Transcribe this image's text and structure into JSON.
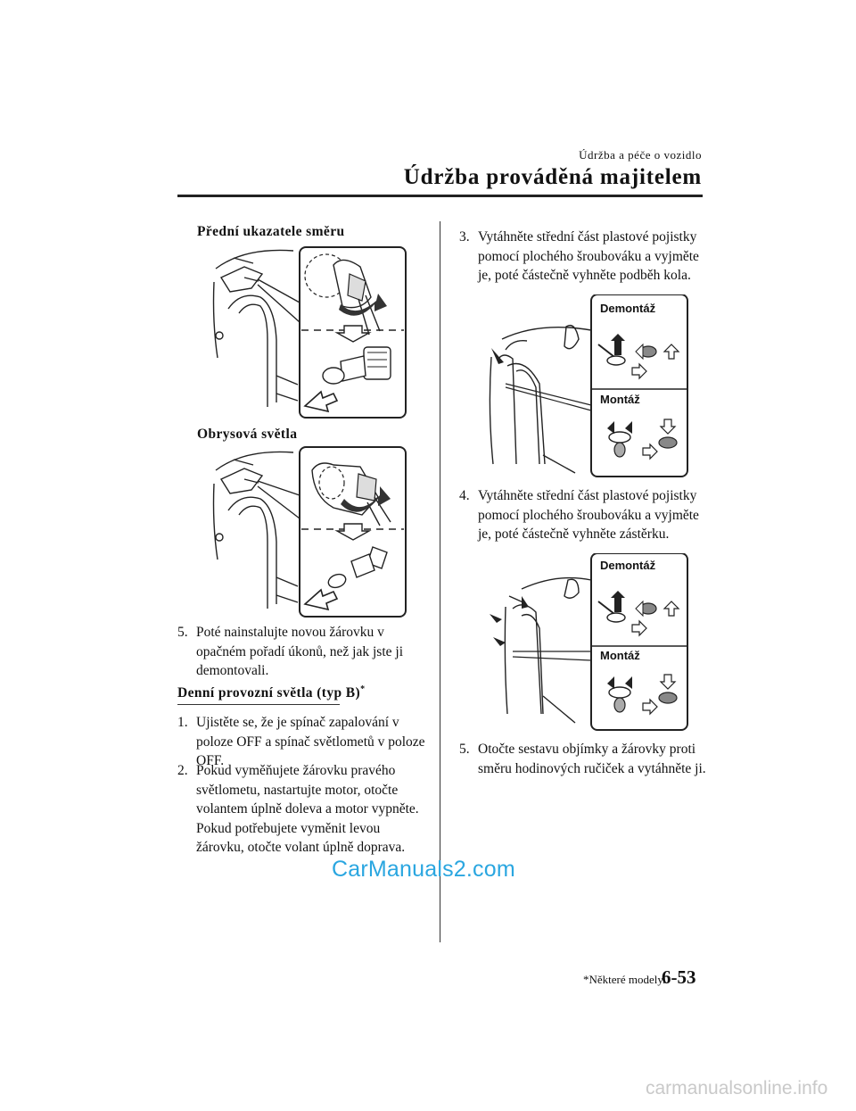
{
  "header": {
    "section": "Údržba a péče o vozidlo",
    "title": "Údržba prováděná majitelem"
  },
  "left": {
    "fig1_caption": "Přední ukazatele směru",
    "fig2_caption": "Obrysová světla",
    "step5": {
      "num": "5.",
      "text": "Poté nainstalujte novou žárovku v opačném pořadí úkonů, než jak jste ji demontovali."
    },
    "section_title": "Denní provozní světla (typ B)",
    "section_mark": "*",
    "step1": {
      "num": "1.",
      "text": "Ujistěte se, že je spínač zapalování v poloze OFF a spínač světlometů v poloze OFF."
    },
    "step2": {
      "num": "2.",
      "text": "Pokud vyměňujete žárovku pravého světlometu, nastartujte motor, otočte volantem úplně doleva a motor vypněte. Pokud potřebujete vyměnit levou žárovku, otočte volant úplně doprava."
    }
  },
  "right": {
    "step3": {
      "num": "3.",
      "text": "Vytáhněte střední část plastové pojistky pomocí plochého šroubováku a vyjměte je, poté částečně vyhněte podběh kola."
    },
    "fig3": {
      "removal": "Demontáž",
      "install": "Montáž"
    },
    "step4": {
      "num": "4.",
      "text": "Vytáhněte střední část plastové pojistky pomocí plochého šroubováku a vyjměte je, poté částečně vyhněte zástěrku."
    },
    "fig4": {
      "removal": "Demontáž",
      "install": "Montáž"
    },
    "step5": {
      "num": "5.",
      "text": "Otočte sestavu objímky a žárovky proti směru hodinových ručiček a vytáhněte ji."
    }
  },
  "footer": {
    "note": "*Některé modely.",
    "page": "6-53",
    "watermark": "CarManuals2.com",
    "site": "carmanualsonline.info"
  }
}
